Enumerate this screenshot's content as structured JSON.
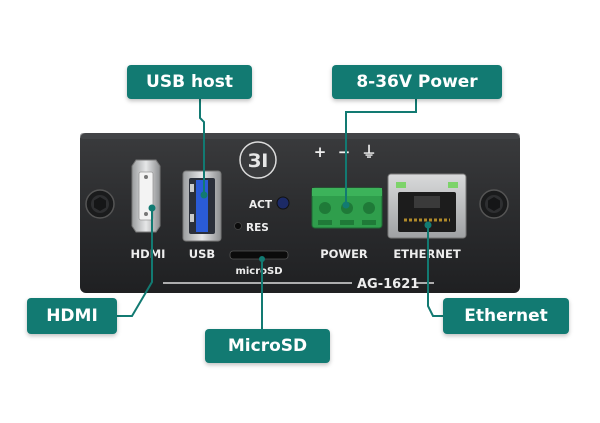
{
  "callouts": {
    "usb_host": "USB host",
    "power": "8-36V Power",
    "hdmi": "HDMI",
    "microsd": "MicroSD",
    "ethernet": "Ethernet"
  },
  "panel": {
    "logo_text": "ЗI",
    "port_labels": {
      "hdmi": "HDMI",
      "usb": "USB",
      "act": "ACT",
      "res": "RES",
      "microsd": "microSD",
      "power": "POWER",
      "ethernet": "ETHERNET"
    },
    "polarity": {
      "plus": "+",
      "minus": "−",
      "ground": "⏚"
    },
    "model": "AG-1621"
  },
  "colors": {
    "callout": "#127a72",
    "leader": "#127a72",
    "panel": "#2a2b2d",
    "usb_blue": "#2a5bd7",
    "terminal_green": "#2f9e4c"
  }
}
